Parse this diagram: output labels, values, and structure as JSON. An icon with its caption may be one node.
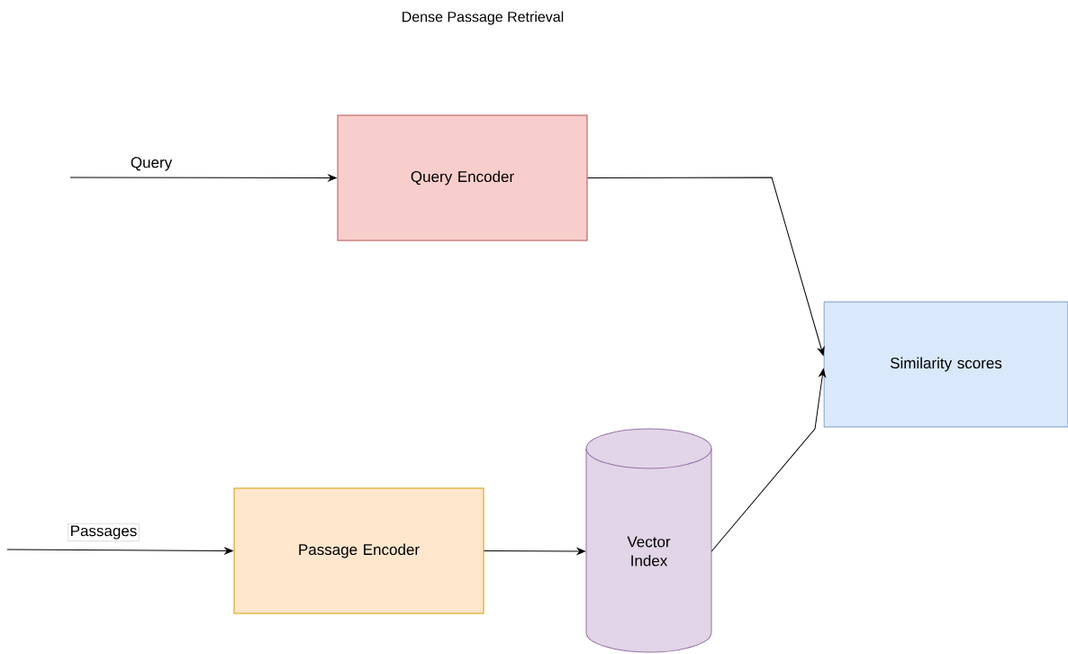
{
  "diagram": {
    "title": "Dense Passage Retrieval",
    "nodes": [
      {
        "text": [
          "Query Encoder"
        ]
      },
      {
        "text": [
          "Similarity scores"
        ]
      },
      {
        "text": [
          "Passage Encoder"
        ]
      },
      {
        "text": [
          "Vector Index"
        ]
      }
    ],
    "edges": [
      {
        "from": null,
        "to": 0,
        "arrow": "to",
        "label": "Query"
      },
      {
        "from": 0,
        "to": 1,
        "arrow": "to"
      },
      {
        "from": null,
        "to": 2,
        "arrow": "to",
        "label": "Passages"
      },
      {
        "from": 2,
        "to": 3,
        "arrow": "to"
      },
      {
        "from": 3,
        "to": 1,
        "arrow": "to"
      }
    ]
  }
}
